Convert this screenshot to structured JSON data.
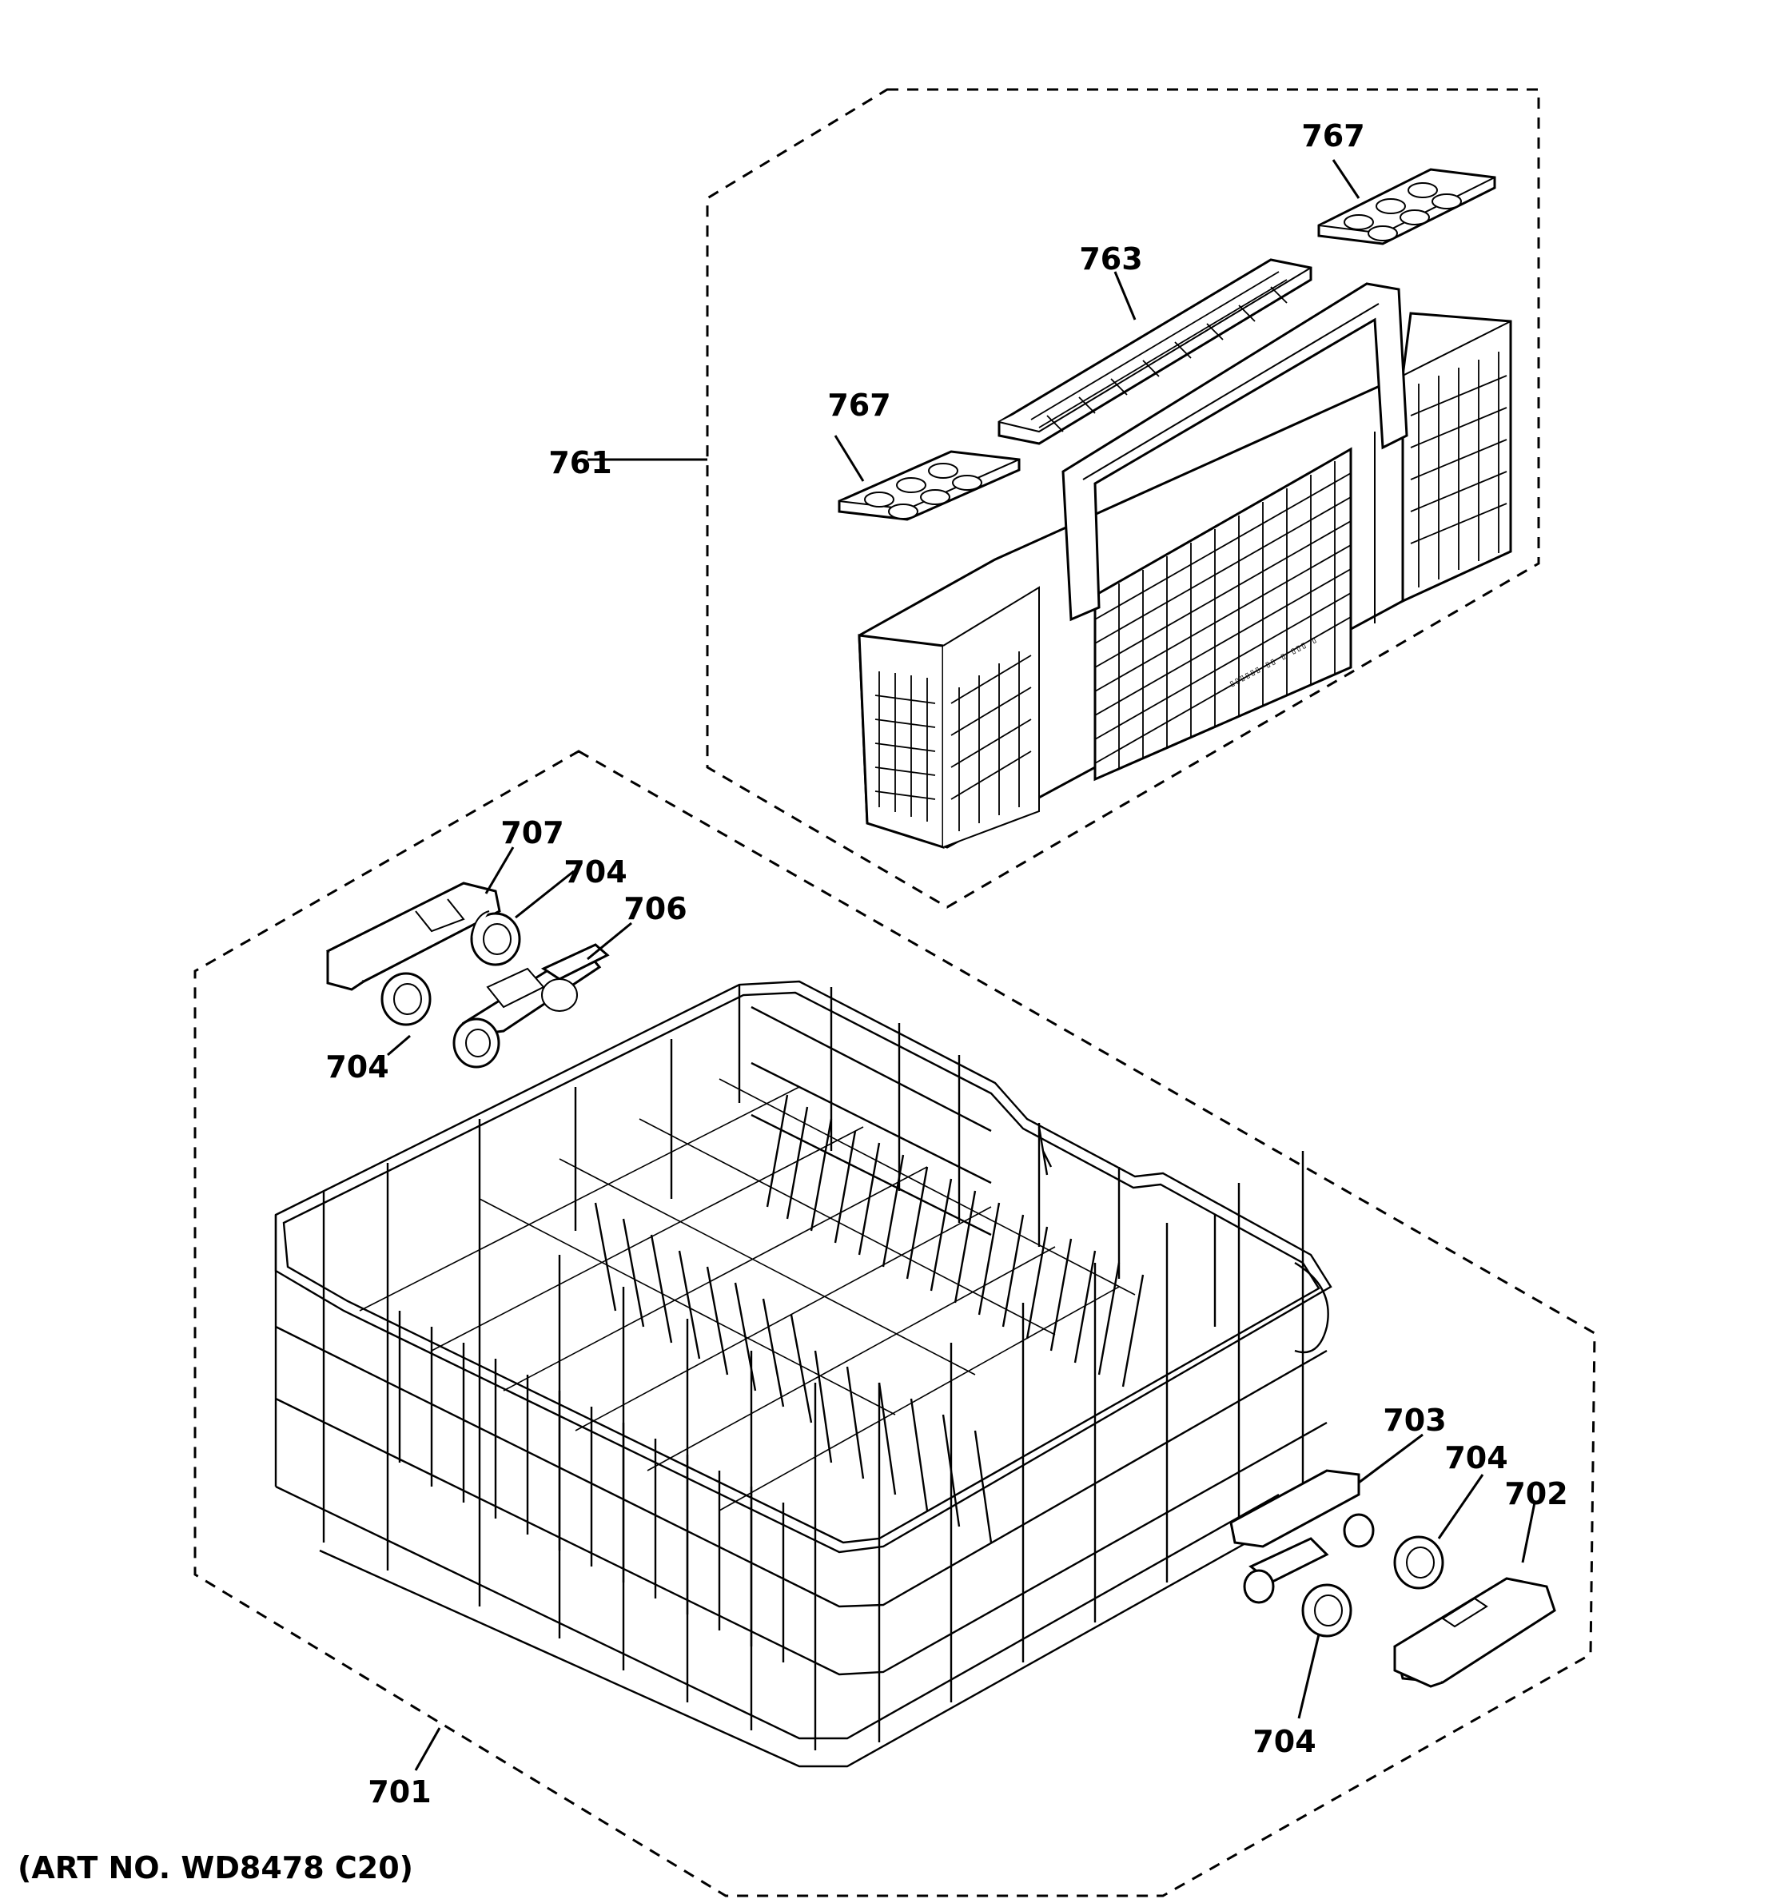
{
  "diagram": {
    "art_number": "(ART NO. WD8478 C20)",
    "callouts": {
      "c767_top": "767",
      "c763": "763",
      "c767_left": "767",
      "c761": "761",
      "c707": "707",
      "c704_a": "704",
      "c706": "706",
      "c704_b": "704",
      "c703": "703",
      "c704_c": "704",
      "c702": "702",
      "c704_d": "704",
      "c701": "701"
    }
  }
}
